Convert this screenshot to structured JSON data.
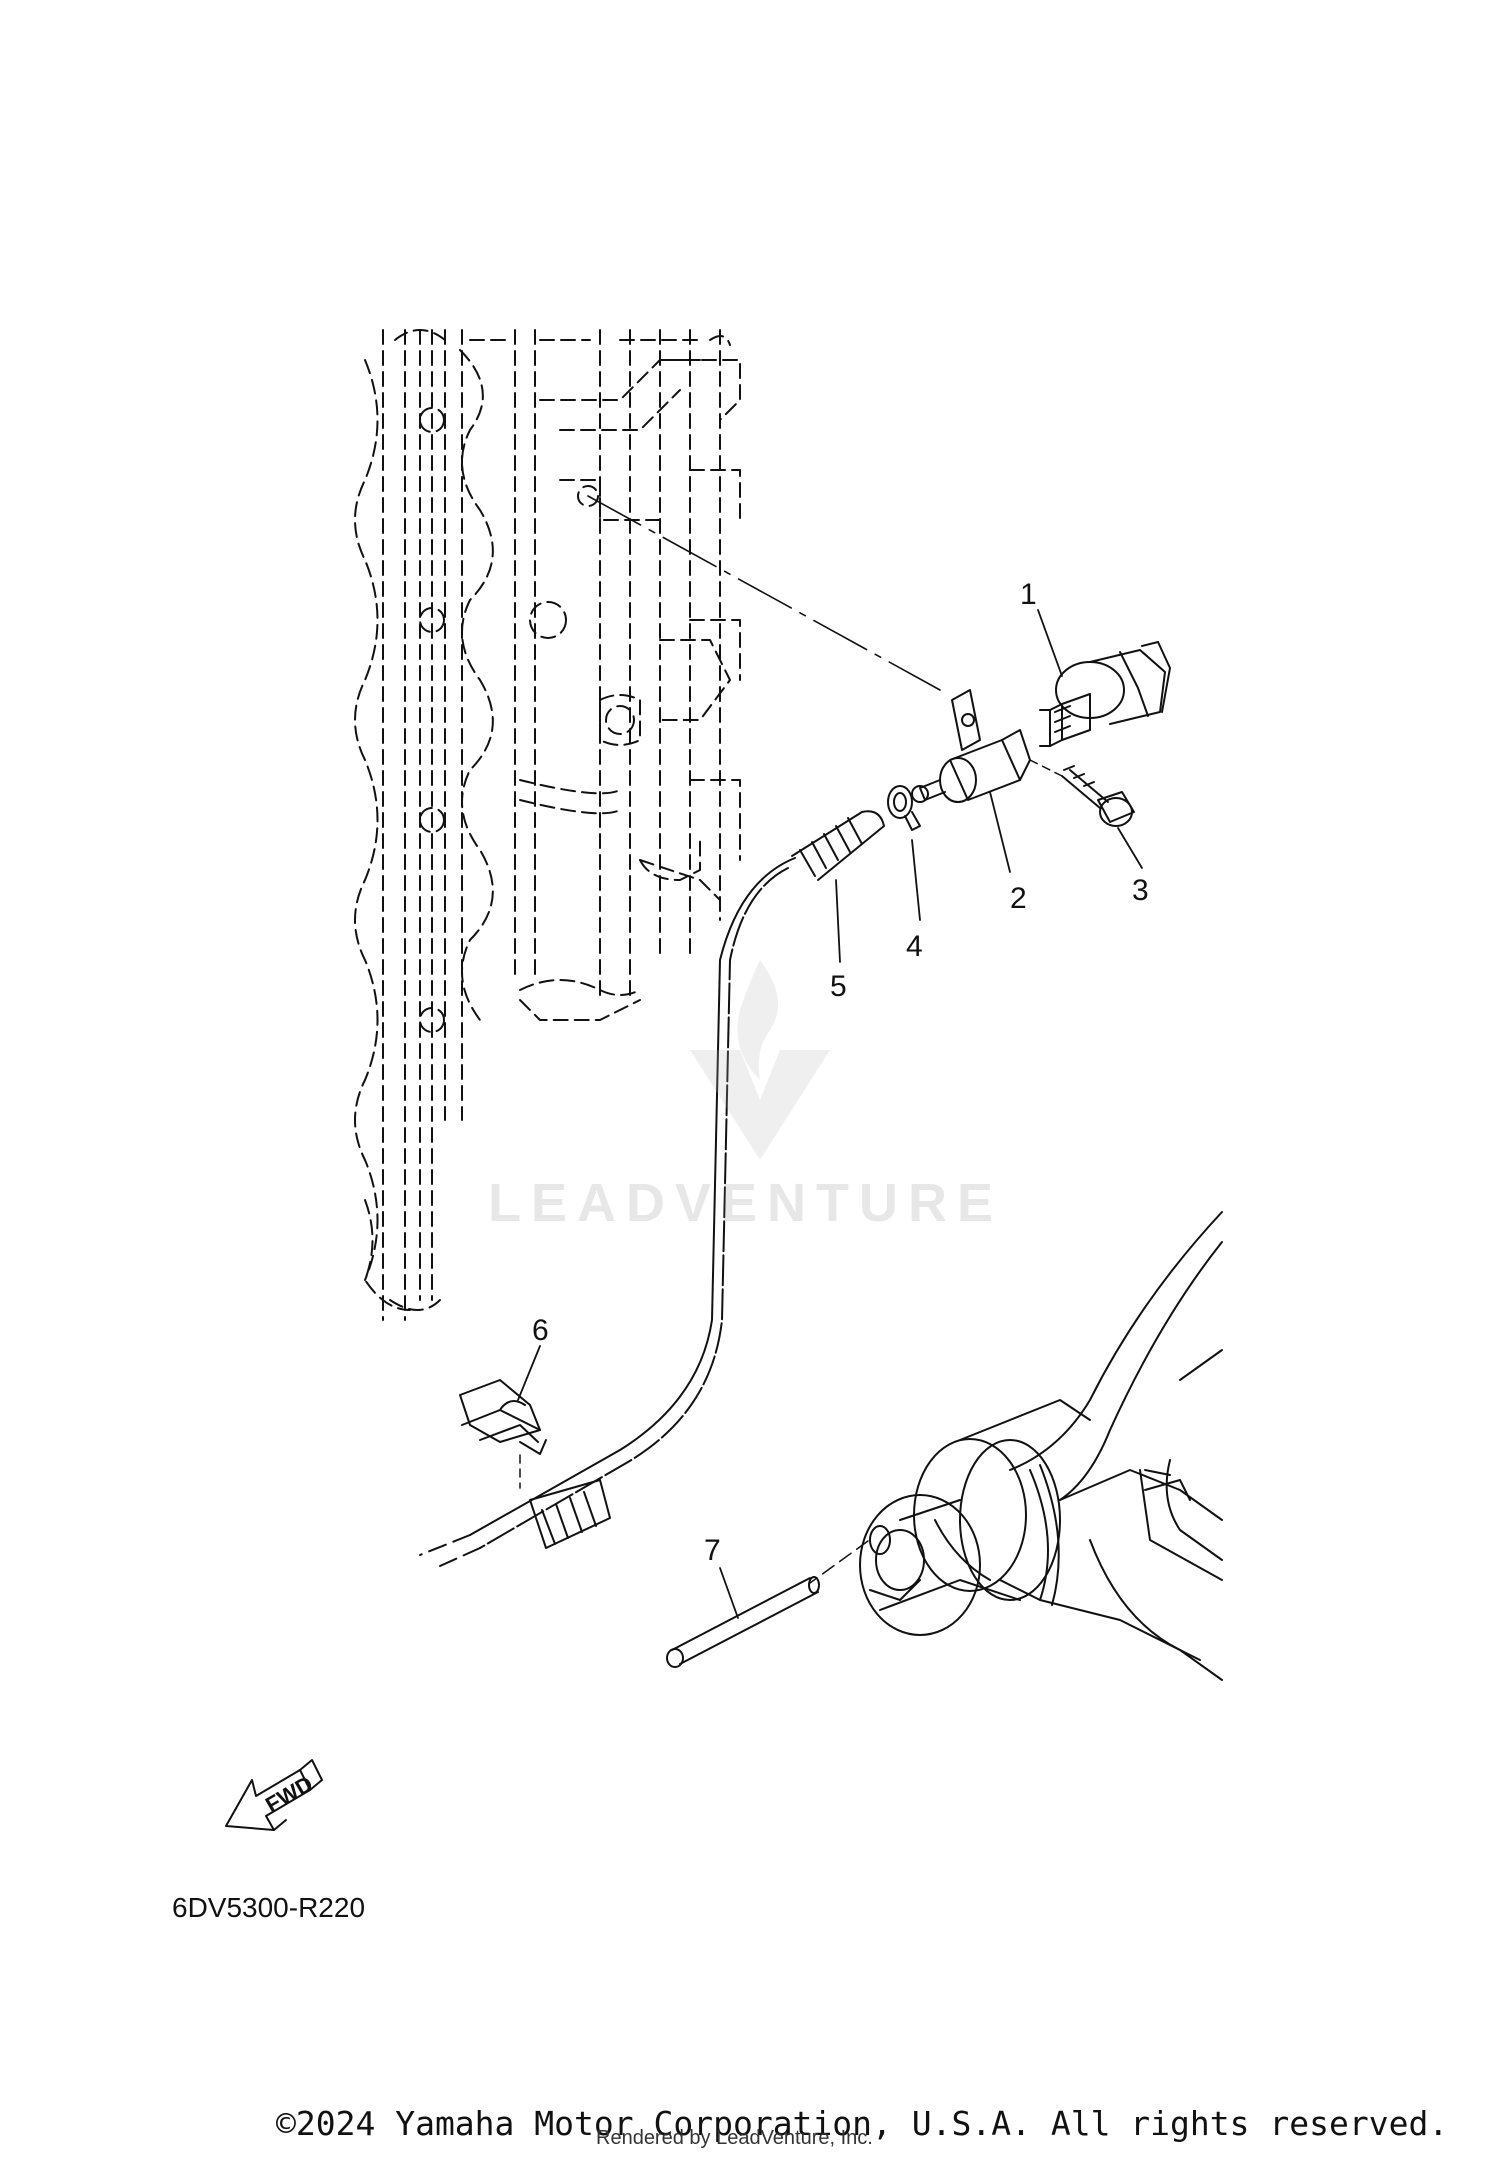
{
  "diagram": {
    "code": "6DV5300-R220",
    "fwd_label": "FWD",
    "watermark": "LEADVENTURE",
    "callouts": [
      "1",
      "2",
      "3",
      "4",
      "5",
      "6",
      "7"
    ],
    "copyright": "©2024 Yamaha Motor Corporation, U.S.A. All rights reserved.",
    "rendered_by": "Rendered by LeadVenture, Inc."
  }
}
